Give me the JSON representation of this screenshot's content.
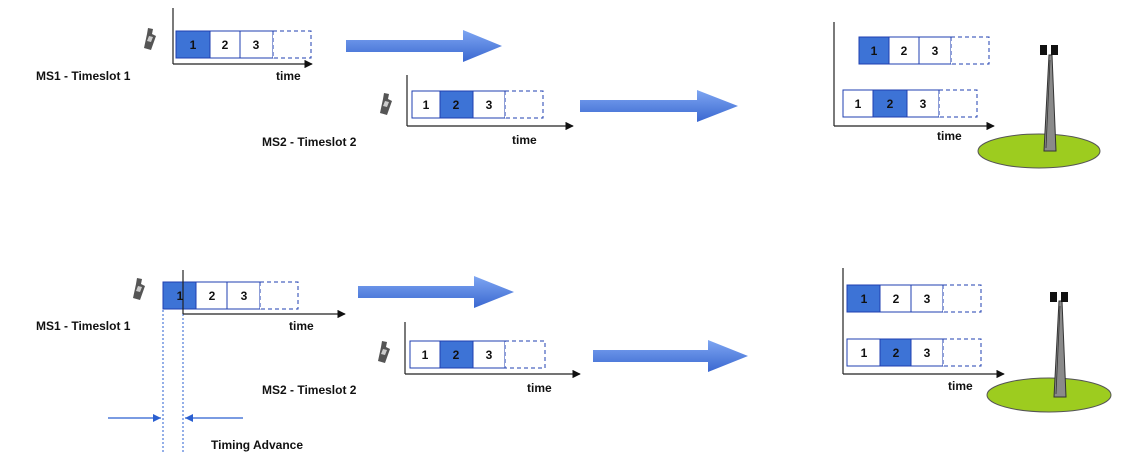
{
  "labels": {
    "ms1": "MS1 - Timeslot 1",
    "ms2": "MS2 - Timeslot 2",
    "time": "time",
    "timing_advance": "Timing Advance"
  },
  "slots": [
    "1",
    "2",
    "3"
  ],
  "colors": {
    "active_slot": "#3d73d6",
    "slot_border": "#1f3fb0",
    "arrow": "#4f82e8",
    "ground": "#9dcc1f",
    "tower": "#8a8a8a"
  },
  "icons": [
    "phone-icon",
    "arrow-icon",
    "base-station-icon"
  ]
}
